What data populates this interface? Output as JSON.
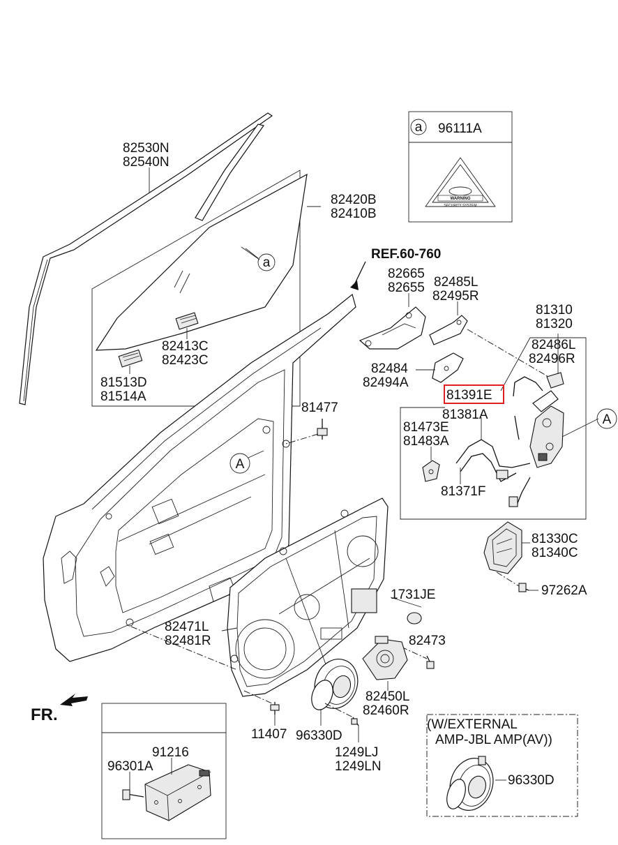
{
  "labels": {
    "p82530N": "82530N",
    "p82540N": "82540N",
    "p82420B": "82420B",
    "p82410B": "82410B",
    "ref": "REF.60-760",
    "p82413C": "82413C",
    "p82423C": "82423C",
    "p81513D": "81513D",
    "p81514A": "81514A",
    "p81477": "81477",
    "p82665": "82665",
    "p82655": "82655",
    "p82485L": "82485L",
    "p82495R": "82495R",
    "p81310": "81310",
    "p81320": "81320",
    "p82486L": "82486L",
    "p82496R": "82496R",
    "p82484": "82484",
    "p82494A": "82494A",
    "p81391E": "81391E",
    "p81381A": "81381A",
    "p81473E": "81473E",
    "p81483A": "81483A",
    "p81371F": "81371F",
    "p81330C": "81330C",
    "p81340C": "81340C",
    "p97262A": "97262A",
    "p1731JE": "1731JE",
    "p82471L": "82471L",
    "p82481R": "82481R",
    "p82473": "82473",
    "p82450L": "82450L",
    "p82460R": "82460R",
    "p11407": "11407",
    "p96330D_a": "96330D",
    "p1249LJ": "1249LJ",
    "p1249LN": "1249LN",
    "p91216": "91216",
    "p96301A": "96301A",
    "fr": "FR.",
    "ext_line1": "(W/EXTERNAL",
    "ext_line2": "AMP-JBL AMP(AV))",
    "p96330D_b": "96330D",
    "p96111A": "96111A",
    "callout_a": "a",
    "callout_A": "A",
    "sticker_line1": "WARNING",
    "sticker_line2": "SECURITY SYSTEM"
  },
  "highlight": {
    "part": "81391E",
    "color": "#e02020"
  }
}
